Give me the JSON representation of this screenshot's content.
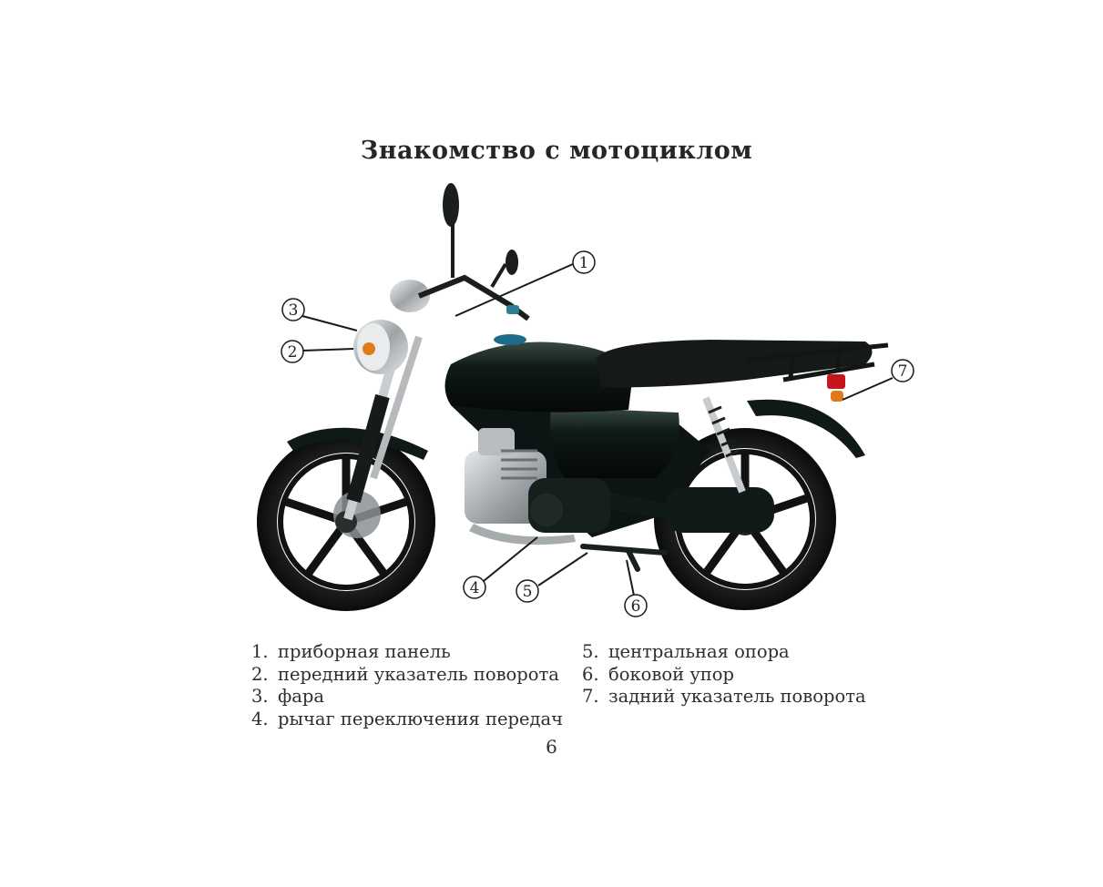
{
  "page": {
    "title": "Знакомство с мотоциклом",
    "page_number": "6"
  },
  "figure": {
    "callouts": [
      {
        "num": "1"
      },
      {
        "num": "2"
      },
      {
        "num": "3"
      },
      {
        "num": "4"
      },
      {
        "num": "5"
      },
      {
        "num": "6"
      },
      {
        "num": "7"
      }
    ]
  },
  "legend": {
    "left": [
      {
        "num": "1.",
        "label": "приборная панель"
      },
      {
        "num": "2.",
        "label": "передний указатель поворота"
      },
      {
        "num": "3.",
        "label": "фара"
      },
      {
        "num": "4.",
        "label": "рычаг переключения передач"
      }
    ],
    "right": [
      {
        "num": "5.",
        "label": "центральная опора"
      },
      {
        "num": "6.",
        "label": "боковой упор"
      },
      {
        "num": "7.",
        "label": "задний указатель поворота"
      }
    ]
  },
  "colors": {
    "body": "#0f1a17",
    "chrome": "#bfc3c6",
    "indicator": "#e07a1a",
    "taillight": "#c4161c"
  }
}
